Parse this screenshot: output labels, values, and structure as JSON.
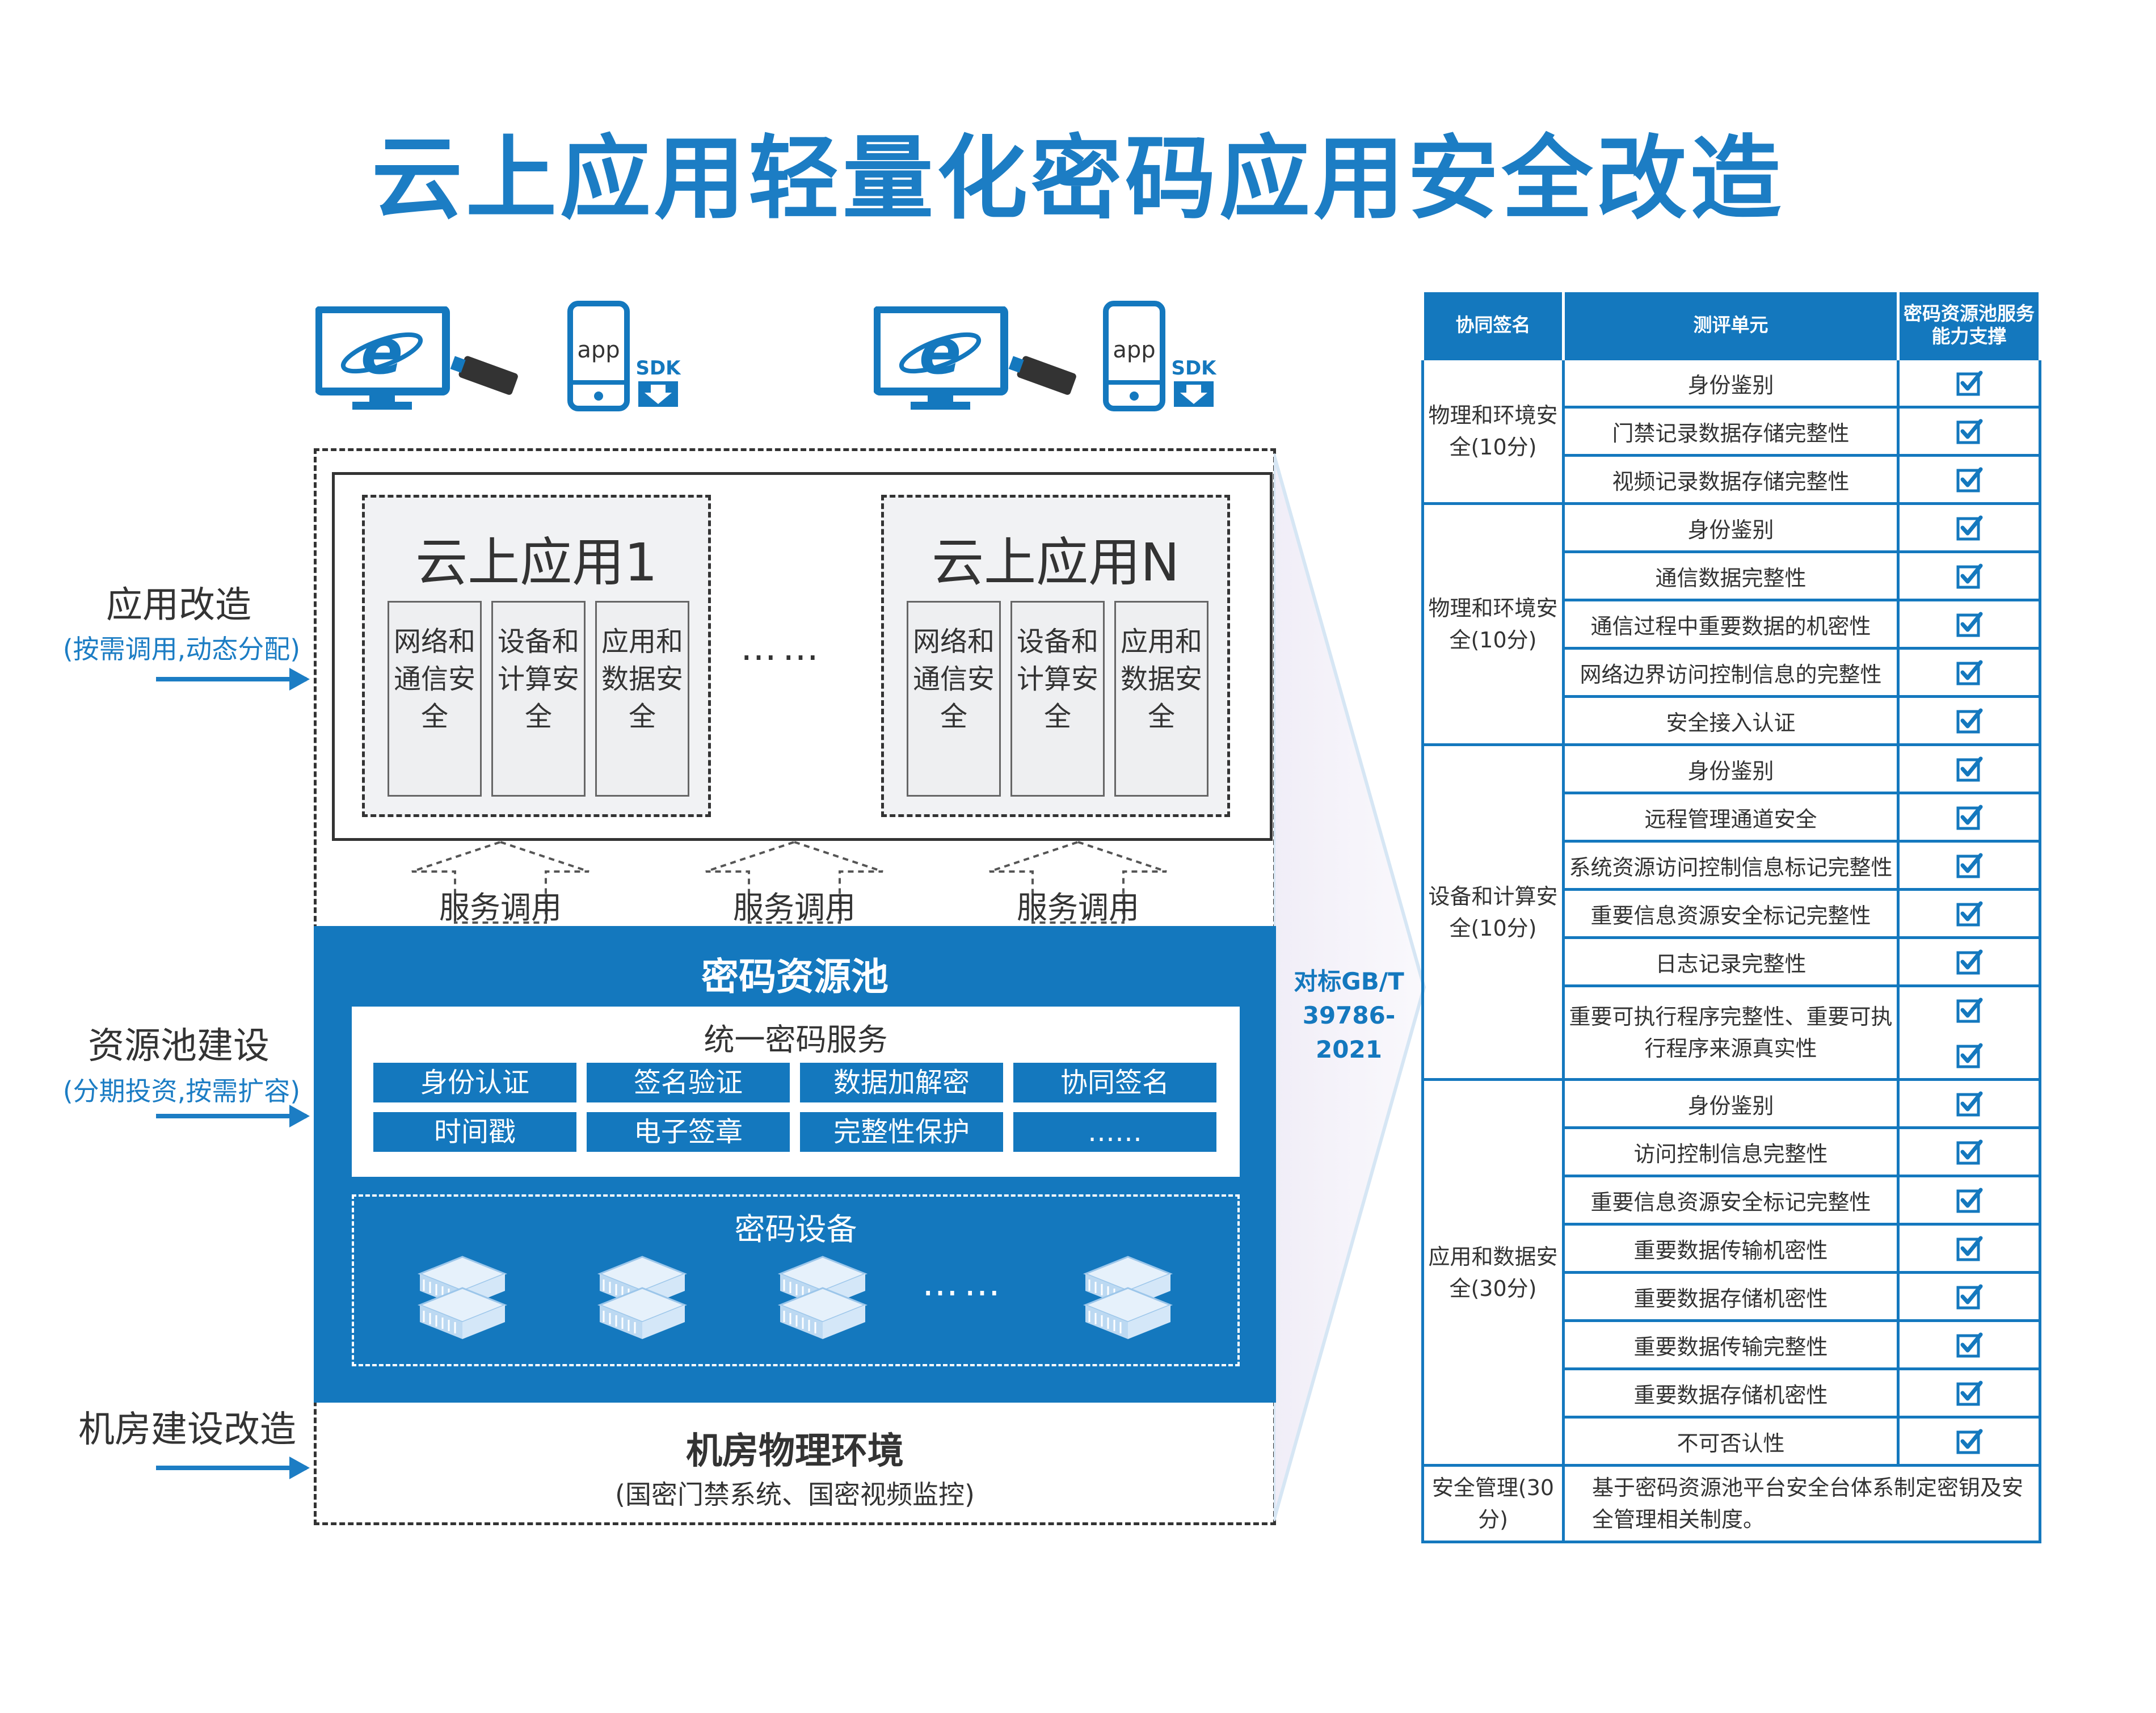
{
  "title": "云上应用轻量化密码应用安全改造",
  "colors": {
    "brand_blue": "#1478be",
    "title_blue": "#1c7dc4",
    "dark": "#333333"
  },
  "clients": {
    "browser_icon_letter": "e",
    "app_label": "app",
    "sdk_label": "SDK"
  },
  "side_labels": [
    {
      "label": "应用改造",
      "sub": "(按需调用,动态分配)"
    },
    {
      "label": "资源池建设",
      "sub": "(分期投资,按需扩容)"
    },
    {
      "label": "机房建设改造",
      "sub": ""
    }
  ],
  "apps": [
    {
      "title": "云上应用1",
      "modules": [
        "网络和通信安全",
        "设备和计算安全",
        "应用和数据安全"
      ]
    },
    {
      "title": "云上应用N",
      "modules": [
        "网络和通信安全",
        "设备和计算安全",
        "应用和数据安全"
      ]
    }
  ],
  "apps_ellipsis": "……",
  "service_calls": [
    "服务调用",
    "服务调用",
    "服务调用"
  ],
  "pool": {
    "title": "密码资源池",
    "service_title": "统一密码服务",
    "services": [
      "身份认证",
      "签名验证",
      "数据加解密",
      "协同签名",
      "时间戳",
      "电子签章",
      "完整性保护",
      "……"
    ],
    "device_title": "密码设备",
    "device_ellipsis": "……"
  },
  "environment": {
    "title": "机房物理环境",
    "subtitle": "(国密门禁系统、国密视频监控)"
  },
  "standard_label": "对标GB/T 39786-2021",
  "table": {
    "headers": [
      "协同签名",
      "测评单元",
      "密码资源池服务能力支撑"
    ],
    "groups": [
      {
        "category": "物理和环境安全(10分)",
        "units": [
          "身份鉴别",
          "门禁记录数据存储完整性",
          "视频记录数据存储完整性"
        ]
      },
      {
        "category": "物理和环境安全(10分)",
        "units": [
          "身份鉴别",
          "通信数据完整性",
          "通信过程中重要数据的机密性",
          "网络边界访问控制信息的完整性",
          "安全接入认证"
        ]
      },
      {
        "category": "设备和计算安全(10分)",
        "units": [
          "身份鉴别",
          "远程管理通道安全",
          "系统资源访问控制信息标记完整性",
          "重要信息资源安全标记完整性",
          "日志记录完整性",
          "重要可执行程序完整性、重要可执行程序来源真实性"
        ]
      },
      {
        "category": "应用和数据安全(30分)",
        "units": [
          "身份鉴别",
          "访问控制信息完整性",
          "重要信息资源安全标记完整性",
          "重要数据传输机密性",
          "重要数据存储机密性",
          "重要数据传输完整性",
          "重要数据存储机密性",
          "不可否认性"
        ]
      }
    ],
    "management": {
      "category": "安全管理(30分)",
      "description": "基于密码资源池平台安全台体系制定密钥及安全管理相关制度。"
    }
  }
}
